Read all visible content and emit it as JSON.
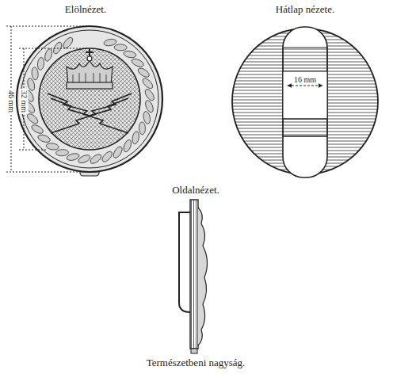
{
  "diagram": {
    "caption": "Természetbeni nagyság.",
    "labels": [
      "Elölnézet.",
      "Hátlap nézete.",
      "Oldalnézet.",
      "46 mm",
      "32 mm",
      "16 mm"
    ]
  }
}
